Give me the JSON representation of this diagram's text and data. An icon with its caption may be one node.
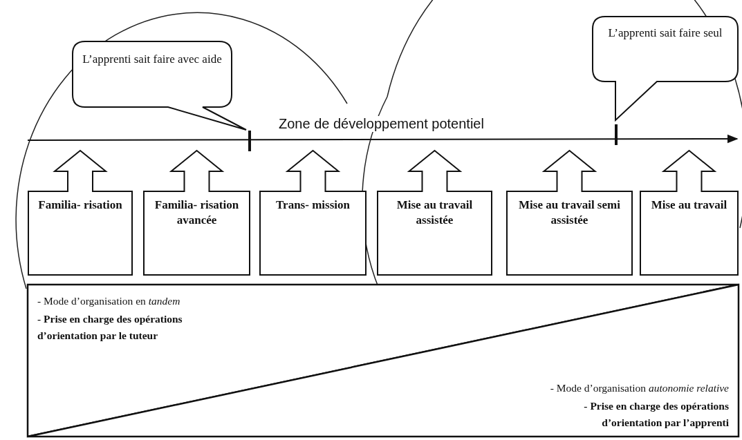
{
  "diagram": {
    "nodes": [
      {
        "text": [
          "L’apprenti sait faire avec aide"
        ]
      },
      {
        "text": [
          "L’apprenti sait faire seul"
        ]
      },
      {
        "text": [
          "Familia- risation"
        ]
      },
      {
        "text": [
          "Familia- risation avancée"
        ]
      },
      {
        "text": [
          "Trans- mission"
        ]
      },
      {
        "text": [
          "Mise au travail assistée"
        ]
      },
      {
        "text": [
          "Mise au travail semi assistée"
        ]
      },
      {
        "text": [
          "Mise au travail"
        ]
      },
      {
        "text": [
          "- Mode d’organisation en *tandem*",
          "- Prise en charge des opérations d’orientation par le tuteur"
        ]
      },
      {
        "text": [
          "- Mode d’organisation *autonomie relative*",
          "- Prise en charge des opérations d’orientation par l’apprenti"
        ]
      }
    ],
    "labels": [
      "Zone de développement potentiel"
    ]
  }
}
